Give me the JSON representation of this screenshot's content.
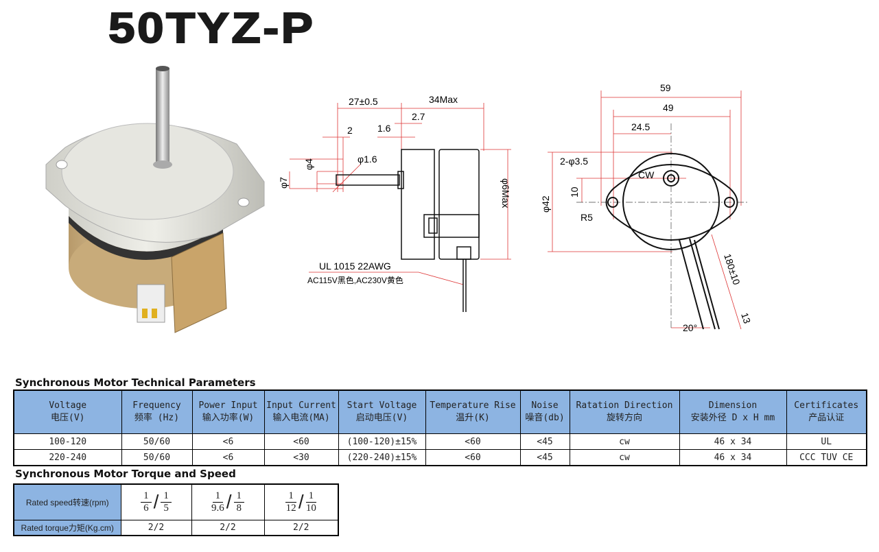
{
  "title": "50TYZ-P",
  "side_view": {
    "dim_shaft_length": "27±0.5",
    "dim_body_length": "34Max",
    "dim_2": "2",
    "dim_1_6": "1.6",
    "dim_2_7": "2.7",
    "dim_phi4": "φ4",
    "dim_phi7": "φ7",
    "dim_phi1_6": "φ1.6",
    "dim_phi6max": "φ6Max",
    "wire_spec": "UL 1015 22AWG",
    "wire_color": "AC115V黑色,AC230V黄色"
  },
  "front_view": {
    "dim_59": "59",
    "dim_49": "49",
    "dim_24_5": "24.5",
    "dim_holes": "2-φ3.5",
    "dim_10": "10",
    "dim_r5": "R5",
    "dim_phi42": "φ42",
    "rotation": "CW",
    "dim_lead": "180±10",
    "dim_13": "13",
    "dim_angle": "20°"
  },
  "params_table": {
    "title": "Synchronous Motor Technical Parameters",
    "headers": [
      {
        "en": "Voltage",
        "cn": "电压(V)"
      },
      {
        "en": "Frequency",
        "cn": "频率 (Hz)"
      },
      {
        "en": "Power Input",
        "cn": "输入功率(W)"
      },
      {
        "en": "Input Current",
        "cn": "输入电流(MA)"
      },
      {
        "en": "Start Voltage",
        "cn": "启动电压(V)"
      },
      {
        "en": "Temperature Rise",
        "cn": "温升(K)"
      },
      {
        "en": "Noise",
        "cn": "噪音(db)"
      },
      {
        "en": "Ratation Direction",
        "cn": "旋转方向"
      },
      {
        "en": "Dimension",
        "cn": "安装外径 D x H mm"
      },
      {
        "en": "Certificates",
        "cn": "产品认证"
      }
    ],
    "rows": [
      [
        "100-120",
        "50/60",
        "<6",
        "<60",
        "(100-120)±15%",
        "<60",
        "<45",
        "cw",
        "46 x 34",
        "UL"
      ],
      [
        "220-240",
        "50/60",
        "<6",
        "<30",
        "(220-240)±15%",
        "<60",
        "<45",
        "cw",
        "46 x 34",
        "CCC TUV CE"
      ]
    ]
  },
  "torque_table": {
    "title": "Synchronous Motor Torque and Speed",
    "speed_label": "Rated speed转速(rpm)",
    "torque_label": "Rated torque力矩(Kg.cm)",
    "speeds": [
      {
        "a_num": "1",
        "a_den": "6",
        "b_num": "1",
        "b_den": "5"
      },
      {
        "a_num": "1",
        "a_den": "9.6",
        "b_num": "1",
        "b_den": "8"
      },
      {
        "a_num": "1",
        "a_den": "12",
        "b_num": "1",
        "b_den": "10"
      }
    ],
    "torques": [
      "2/2",
      "2/2",
      "2/2"
    ]
  }
}
